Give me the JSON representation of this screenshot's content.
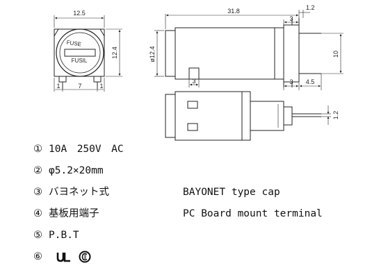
{
  "drawing": {
    "dims": {
      "front_width": "12.5",
      "front_height": "12.4",
      "pin_offset_left": "1",
      "pin_pitch": "7",
      "pin_offset_right": "1",
      "cap_label_top": "FUSE",
      "cap_label_bottom": "FUSIL",
      "body_length": "31.8",
      "tab_small": "1.2",
      "tab_width_top": "3",
      "body_diameter": "ø12.4",
      "pin_spacing": "10",
      "lug_width": "3",
      "terminal_width": "3",
      "terminal_pitch": "4.5",
      "pin_thickness": "1.2"
    }
  },
  "specs": [
    {
      "num": "①",
      "text": "10A　250V　AC",
      "en": ""
    },
    {
      "num": "②",
      "text": "φ5.2×20mm",
      "en": ""
    },
    {
      "num": "③",
      "text": "バヨネット式",
      "en": "BAYONET type cap"
    },
    {
      "num": "④",
      "text": "基板用端子",
      "en": "PC Board mount terminal"
    },
    {
      "num": "⑤",
      "text": "P.B.T",
      "en": ""
    },
    {
      "num": "⑥",
      "text": "",
      "en": ""
    }
  ],
  "certifications": [
    "UL-recognized-mark",
    "CSA-mark"
  ]
}
